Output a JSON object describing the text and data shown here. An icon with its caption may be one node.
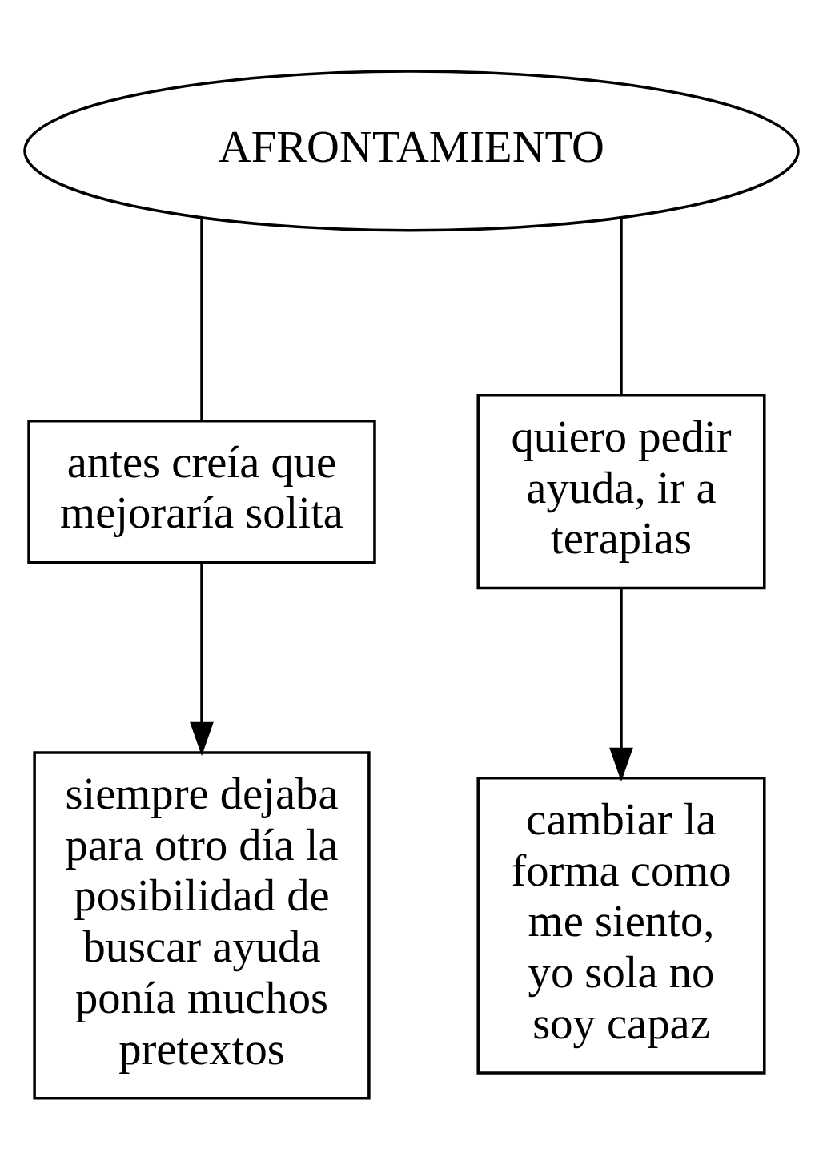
{
  "diagram": {
    "nodes": [
      {
        "text": [
          "AFRONTAMIENTO"
        ]
      },
      {
        "text": [
          "antes creía que mejoraría solita"
        ]
      },
      {
        "text": [
          "quiero pedir ayuda, ir a terapias"
        ]
      },
      {
        "text": [
          "siempre dejaba para otro día la posibilidad de buscar ayuda ponía muchos pretextos"
        ]
      },
      {
        "text": [
          "cambiar la forma como me siento, yo sola no soy capaz"
        ]
      }
    ],
    "edges": [
      {
        "from": 0,
        "to": 1,
        "arrow": "none"
      },
      {
        "from": 0,
        "to": 2,
        "arrow": "none"
      },
      {
        "from": 1,
        "to": 3,
        "arrow": "to"
      },
      {
        "from": 2,
        "to": 4,
        "arrow": "to"
      }
    ]
  }
}
